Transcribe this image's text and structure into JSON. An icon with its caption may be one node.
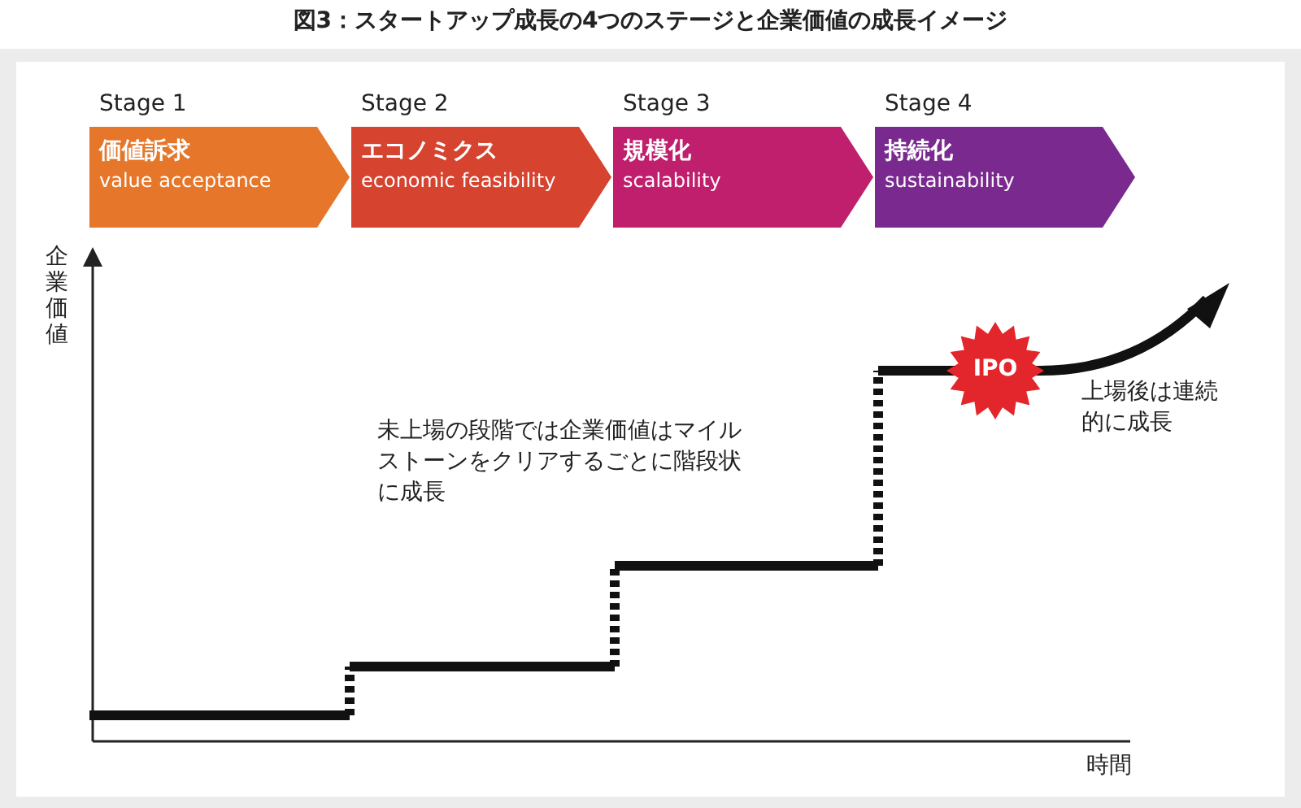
{
  "diagram": {
    "title": "図3：スタートアップ成長の4つのステージと企業価値の成長イメージ",
    "nodes": [
      {
        "text": [
          "Stage 1",
          "価値訴求",
          "value acceptance"
        ]
      },
      {
        "text": [
          "Stage 2",
          "エコノミクス",
          "economic feasibility"
        ]
      },
      {
        "text": [
          "Stage 3",
          "規模化",
          "scalability"
        ]
      },
      {
        "text": [
          "Stage 4",
          "持続化",
          "sustainability"
        ]
      },
      {
        "text": [
          "IPO"
        ]
      }
    ],
    "edges": [],
    "labels": [
      "企業価値",
      "未上場の段階では企業価値はマイルストーンをクリアするごとに階段状に成長",
      "上場後は連続的に成長",
      "時間"
    ]
  }
}
